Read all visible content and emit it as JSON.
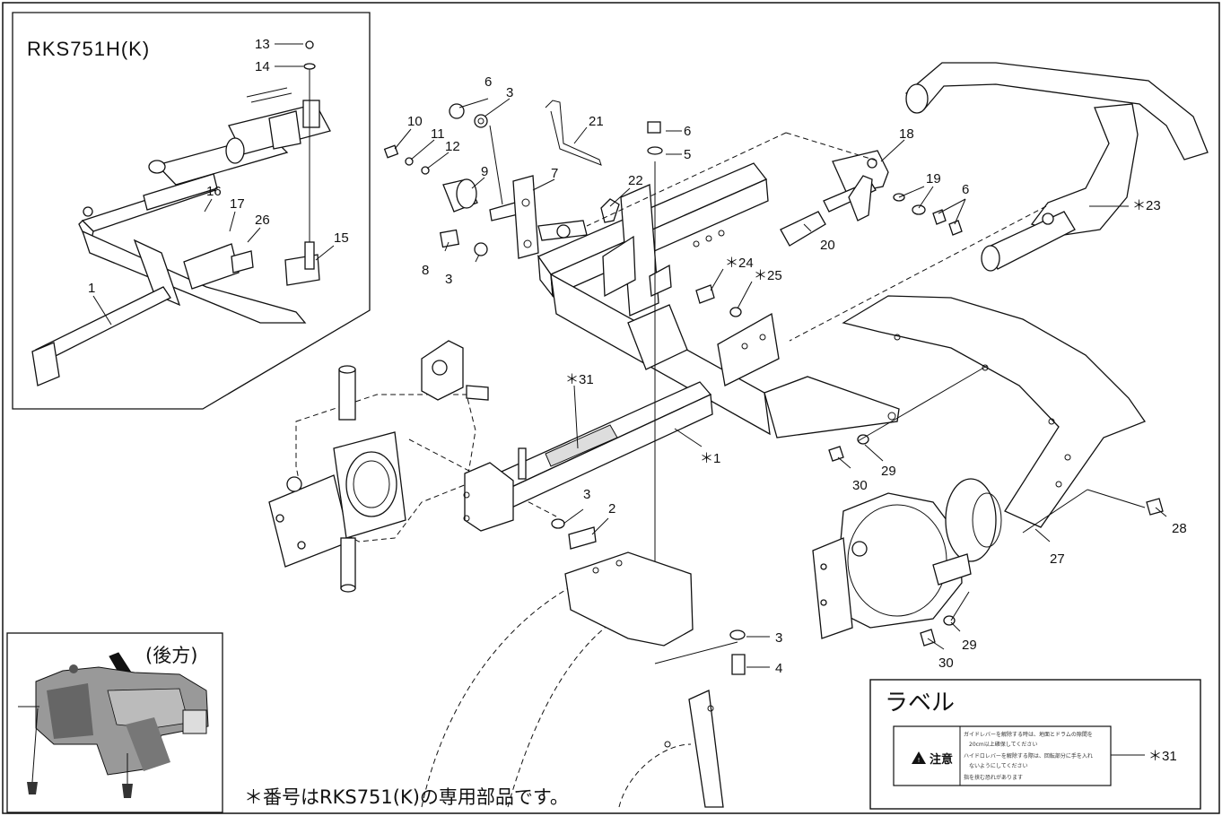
{
  "inset_model": "RKS751H(K)",
  "rear_label": "(後方)",
  "footnote": "＊番号はRKS751(K)の専用部品です。",
  "label_box": {
    "title": "ラベル",
    "caution": "注意",
    "caution_lines": [
      "ガイドレバーを解除する時は、地面とドラムの隙間を",
      "20cm以上確保してください",
      "ハイドロレバーを解除する際は、回転部分に手を入れ",
      "ないようにしてください",
      "指を挟む恐れがあります"
    ],
    "callout": "＊31"
  },
  "callouts": {
    "c1": "1",
    "c13": "13",
    "c14": "14",
    "c15": "15",
    "c16": "16",
    "c17": "17",
    "c26": "26",
    "c10": "10",
    "c11": "11",
    "c12": "12",
    "c9": "9",
    "c6a": "6",
    "c3a": "3",
    "c7": "7",
    "c8": "8",
    "c3b": "3",
    "c21": "21",
    "c22": "22",
    "c6b": "6",
    "c5": "5",
    "c18": "18",
    "c19": "19",
    "c6c": "6",
    "c20": "20",
    "c23": "＊23",
    "c24": "＊24",
    "c25": "＊25",
    "c31": "＊31",
    "c1b": "＊1",
    "c3c": "3",
    "c2": "2",
    "c29a": "29",
    "c30a": "30",
    "c28": "28",
    "c27": "27",
    "c3d": "3",
    "c4": "4",
    "c29b": "29",
    "c30b": "30"
  }
}
